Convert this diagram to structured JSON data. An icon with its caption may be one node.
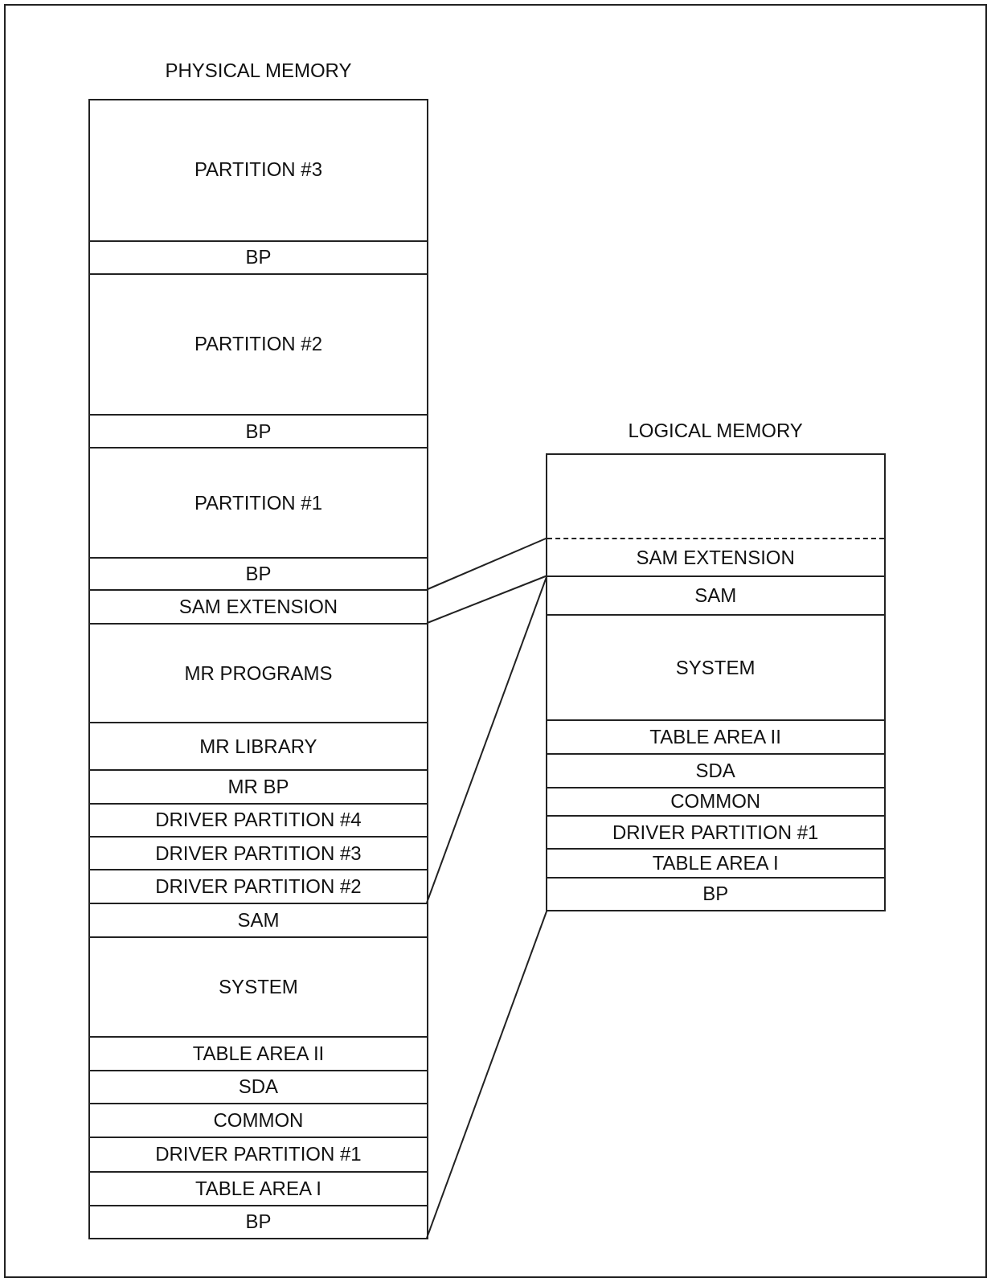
{
  "diagram": {
    "nodes": [
      {
        "text": [
          "PHYSICAL MEMORY"
        ]
      },
      {
        "text": [
          "PARTITION #3"
        ],
        "in": 0
      },
      {
        "text": [
          "BP"
        ],
        "in": 0
      },
      {
        "text": [
          "PARTITION #2"
        ],
        "in": 0
      },
      {
        "text": [
          "BP"
        ],
        "in": 0
      },
      {
        "text": [
          "PARTITION #1"
        ],
        "in": 0
      },
      {
        "text": [
          "BP"
        ],
        "in": 0
      },
      {
        "text": [
          "SAM EXTENSION"
        ],
        "in": 0
      },
      {
        "text": [
          "MR PROGRAMS"
        ],
        "in": 0
      },
      {
        "text": [
          "MR LIBRARY"
        ],
        "in": 0
      },
      {
        "text": [
          "MR BP"
        ],
        "in": 0
      },
      {
        "text": [
          "DRIVER PARTITION #4"
        ],
        "in": 0
      },
      {
        "text": [
          "DRIVER PARTITION #3"
        ],
        "in": 0
      },
      {
        "text": [
          "DRIVER PARTITION #2"
        ],
        "in": 0
      },
      {
        "text": [
          "SAM"
        ],
        "in": 0
      },
      {
        "text": [
          "SYSTEM"
        ],
        "in": 0
      },
      {
        "text": [
          "TABLE AREA II"
        ],
        "in": 0
      },
      {
        "text": [
          "SDA"
        ],
        "in": 0
      },
      {
        "text": [
          "COMMON"
        ],
        "in": 0
      },
      {
        "text": [
          "DRIVER PARTITION #1"
        ],
        "in": 0
      },
      {
        "text": [
          "TABLE AREA I"
        ],
        "in": 0
      },
      {
        "text": [
          "BP"
        ],
        "in": 0
      },
      {
        "text": [
          "LOGICAL MEMORY"
        ]
      },
      {
        "text": [
          "SAM EXTENSION"
        ],
        "in": 22
      },
      {
        "text": [
          "SAM"
        ],
        "in": 22
      },
      {
        "text": [
          "SYSTEM"
        ],
        "in": 22
      },
      {
        "text": [
          "TABLE AREA II"
        ],
        "in": 22
      },
      {
        "text": [
          "SDA"
        ],
        "in": 22
      },
      {
        "text": [
          "COMMON"
        ],
        "in": 22
      },
      {
        "text": [
          "DRIVER PARTITION #1"
        ],
        "in": 22
      },
      {
        "text": [
          "TABLE AREA I"
        ],
        "in": 22
      },
      {
        "text": [
          "BP"
        ],
        "in": 22
      }
    ],
    "edges": [
      {
        "from": 7,
        "to": 23,
        "arrow": "none"
      },
      {
        "from": 7,
        "to": 23,
        "arrow": "none"
      },
      {
        "from": 14,
        "to": 24,
        "arrow": "none"
      },
      {
        "from": 21,
        "to": 31,
        "arrow": "none"
      }
    ]
  }
}
